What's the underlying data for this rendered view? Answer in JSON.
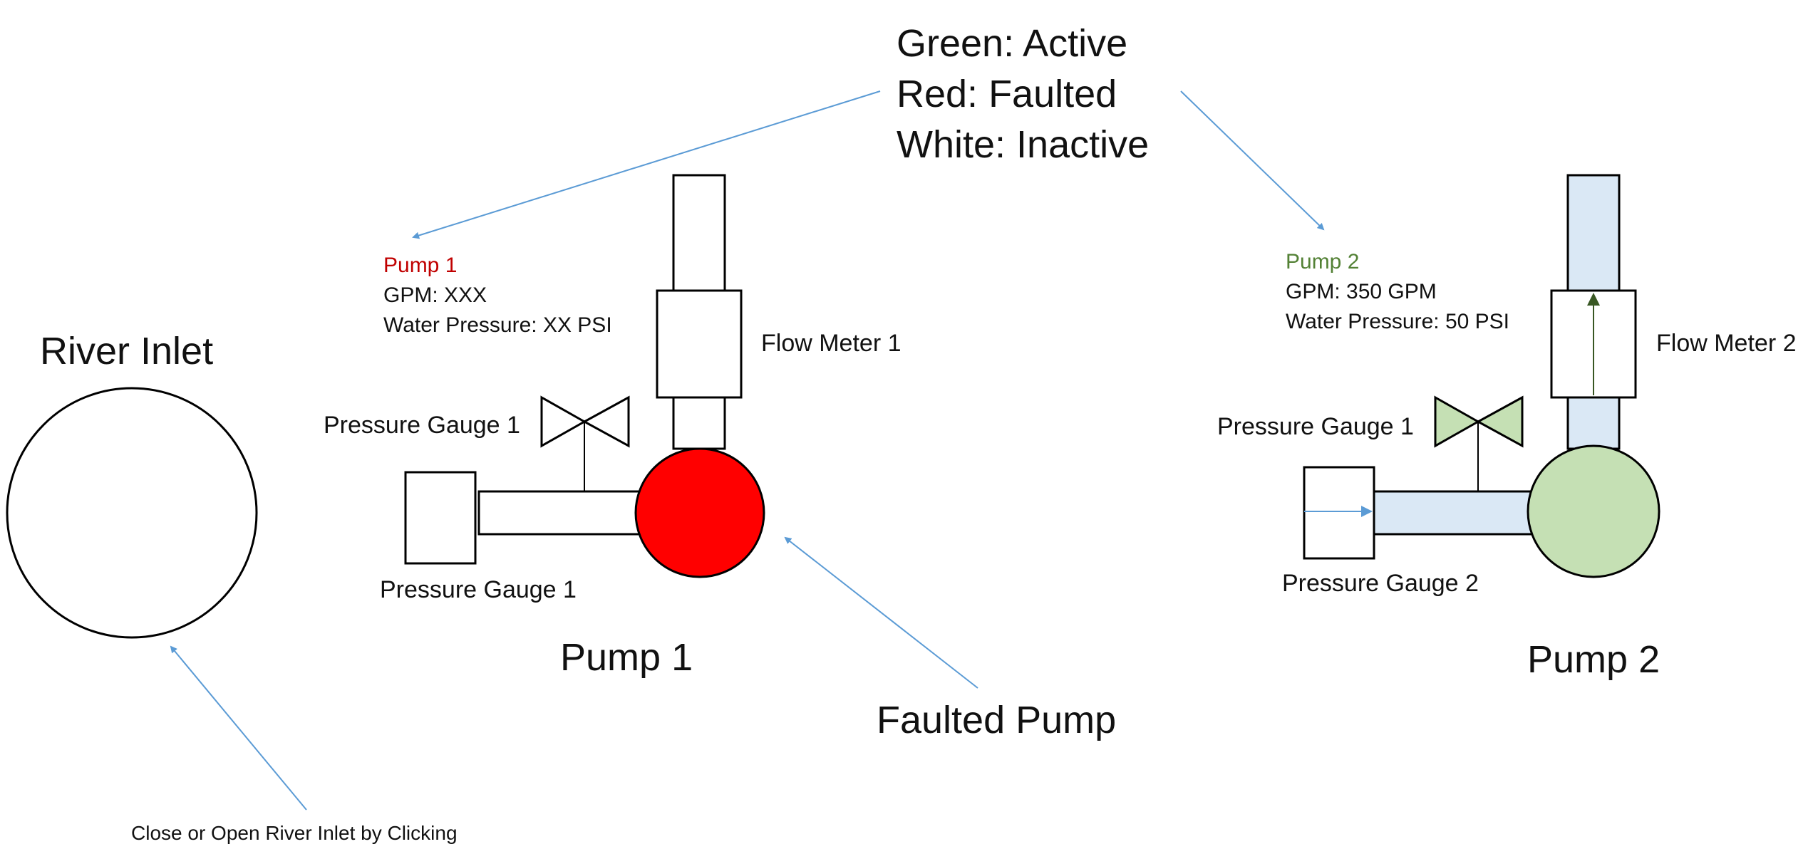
{
  "legend": {
    "active": "Green: Active",
    "faulted": "Red: Faulted",
    "inactive": "White: Inactive"
  },
  "colors": {
    "active_fill": "#c5e0b4",
    "faulted_fill": "#ff0000",
    "inactive_fill": "#ffffff",
    "water_fill": "#dae8f5",
    "annotation_arrow": "#5b9bd5",
    "pump1_title": "#c00000",
    "pump2_title": "#538135",
    "flow_arrow": "#385723"
  },
  "river_inlet": {
    "title": "River Inlet",
    "hint": "Close or Open River Inlet by Clicking"
  },
  "pump1": {
    "info_title": "Pump 1",
    "gpm": "GPM: XXX",
    "pressure": "Water Pressure: XX PSI",
    "flow_meter": "Flow Meter 1",
    "valve_label": "Pressure Gauge 1",
    "gauge_label": "Pressure Gauge 1",
    "name": "Pump 1",
    "status": "faulted"
  },
  "pump2": {
    "info_title": "Pump 2",
    "gpm": "GPM: 350 GPM",
    "pressure": "Water Pressure: 50 PSI",
    "flow_meter": "Flow Meter 2",
    "valve_label": "Pressure Gauge 1",
    "gauge_label": "Pressure Gauge 2",
    "name": "Pump 2",
    "status": "active"
  },
  "annotations": {
    "faulted_pump": "Faulted Pump"
  }
}
